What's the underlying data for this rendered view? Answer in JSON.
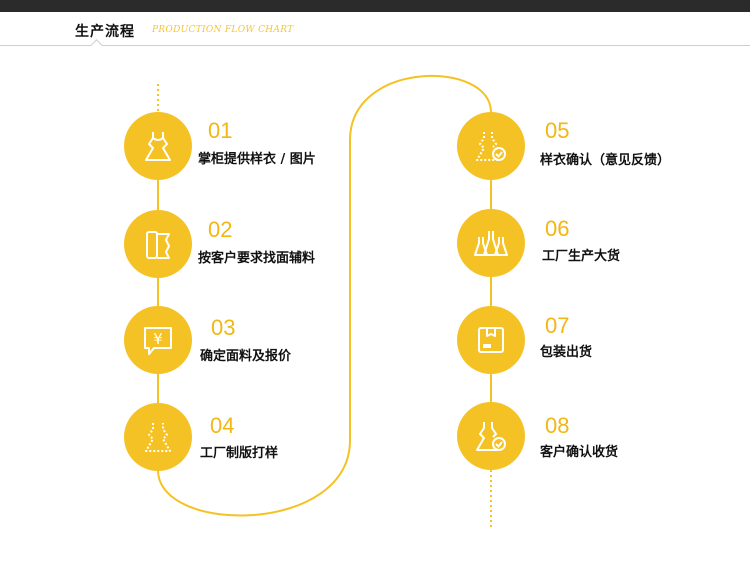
{
  "header": {
    "title": "生产流程",
    "subtitle": "PRODUCTION FLOW CHART"
  },
  "colors": {
    "accent": "#f5c225",
    "number": "#f2b712",
    "topbar": "#2b2b2b"
  },
  "steps": [
    {
      "num": "01",
      "label": "掌柜提供样衣 / 图片",
      "icon": "dress-icon"
    },
    {
      "num": "02",
      "label": "按客户要求找面辅料",
      "icon": "fabric-roll-icon"
    },
    {
      "num": "03",
      "label": "确定面料及报价",
      "icon": "yuan-price-icon"
    },
    {
      "num": "04",
      "label": "工厂制版打样",
      "icon": "dress-pattern-icon"
    },
    {
      "num": "05",
      "label": "样衣确认（意见反馈）",
      "icon": "dress-check-icon"
    },
    {
      "num": "06",
      "label": "工厂生产大货",
      "icon": "dresses-icon"
    },
    {
      "num": "07",
      "label": "包装出货",
      "icon": "package-icon"
    },
    {
      "num": "08",
      "label": "客户确认收货",
      "icon": "dress-received-icon"
    }
  ]
}
